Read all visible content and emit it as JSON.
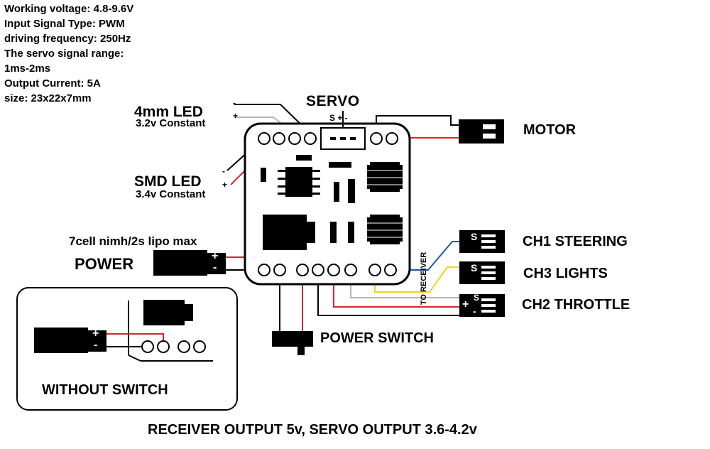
{
  "specs": [
    "Working voltage: 4.8-9.6V",
    "Input Signal Type: PWM",
    "driving frequency: 250Hz",
    "The servo signal range:",
    "1ms-2ms",
    "Output Current: 5A",
    "size: 23x22x7mm"
  ],
  "labels": {
    "servo": "SERVO",
    "servo_pins": "S + -",
    "led4_title": "4mm LED",
    "led4_sub": "3.2v Constant",
    "smd_title": "SMD LED",
    "smd_sub": "3.4v Constant",
    "minus": "-",
    "plus": "+",
    "motor": "MOTOR",
    "power_note": "7cell nimh/2s lipo max",
    "power": "POWER",
    "ch1": "CH1 STEERING",
    "ch3": "CH3 LIGHTS",
    "ch2": "CH2 THROTTLE",
    "to_receiver": "TO RECEIVER",
    "power_switch": "POWER SWITCH",
    "without_switch": "WITHOUT SWITCH",
    "footer": "RECEIVER OUTPUT 5v, SERVO OUTPUT 3.6-4.2v",
    "s": "S"
  },
  "colors": {
    "wire_red": "#d9262c",
    "wire_blue": "#1e5aa0",
    "wire_yellow": "#f2d21a",
    "wire_grey": "#b5b5b5",
    "ink": "#000000"
  }
}
